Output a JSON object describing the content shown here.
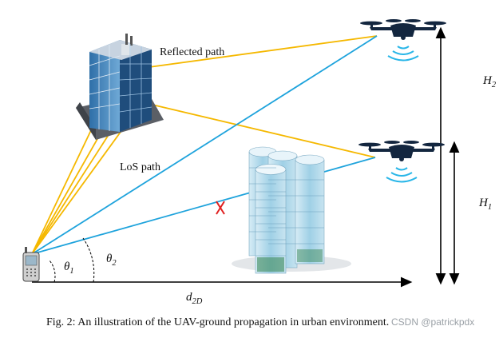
{
  "labels": {
    "reflected_path": "Reflected path",
    "los_path": "LoS path",
    "theta1": "θ",
    "theta1_sub": "1",
    "theta2": "θ",
    "theta2_sub": "2",
    "h1": "H",
    "h1_sub": "1",
    "h2": "H",
    "h2_sub": "2",
    "d2d": "d",
    "d2d_sub": "2D"
  },
  "caption": "Fig. 2: An illustration of the UAV-ground propagation in urban environment.",
  "watermark": "CSDN @patrickpdx",
  "colors": {
    "reflected_path": "#f5b800",
    "los_path": "#1ea3dc",
    "blocked_marker": "#e02020",
    "drone": "#13263f",
    "signal_wave": "#29b6e8",
    "office_glass": "#3b7fb8",
    "tower_glass": "#9fd0e6"
  },
  "icons": [
    "drone-icon",
    "drone-icon",
    "office-building-icon",
    "glass-towers-icon",
    "mobile-phone-icon",
    "blocked-x-icon"
  ]
}
